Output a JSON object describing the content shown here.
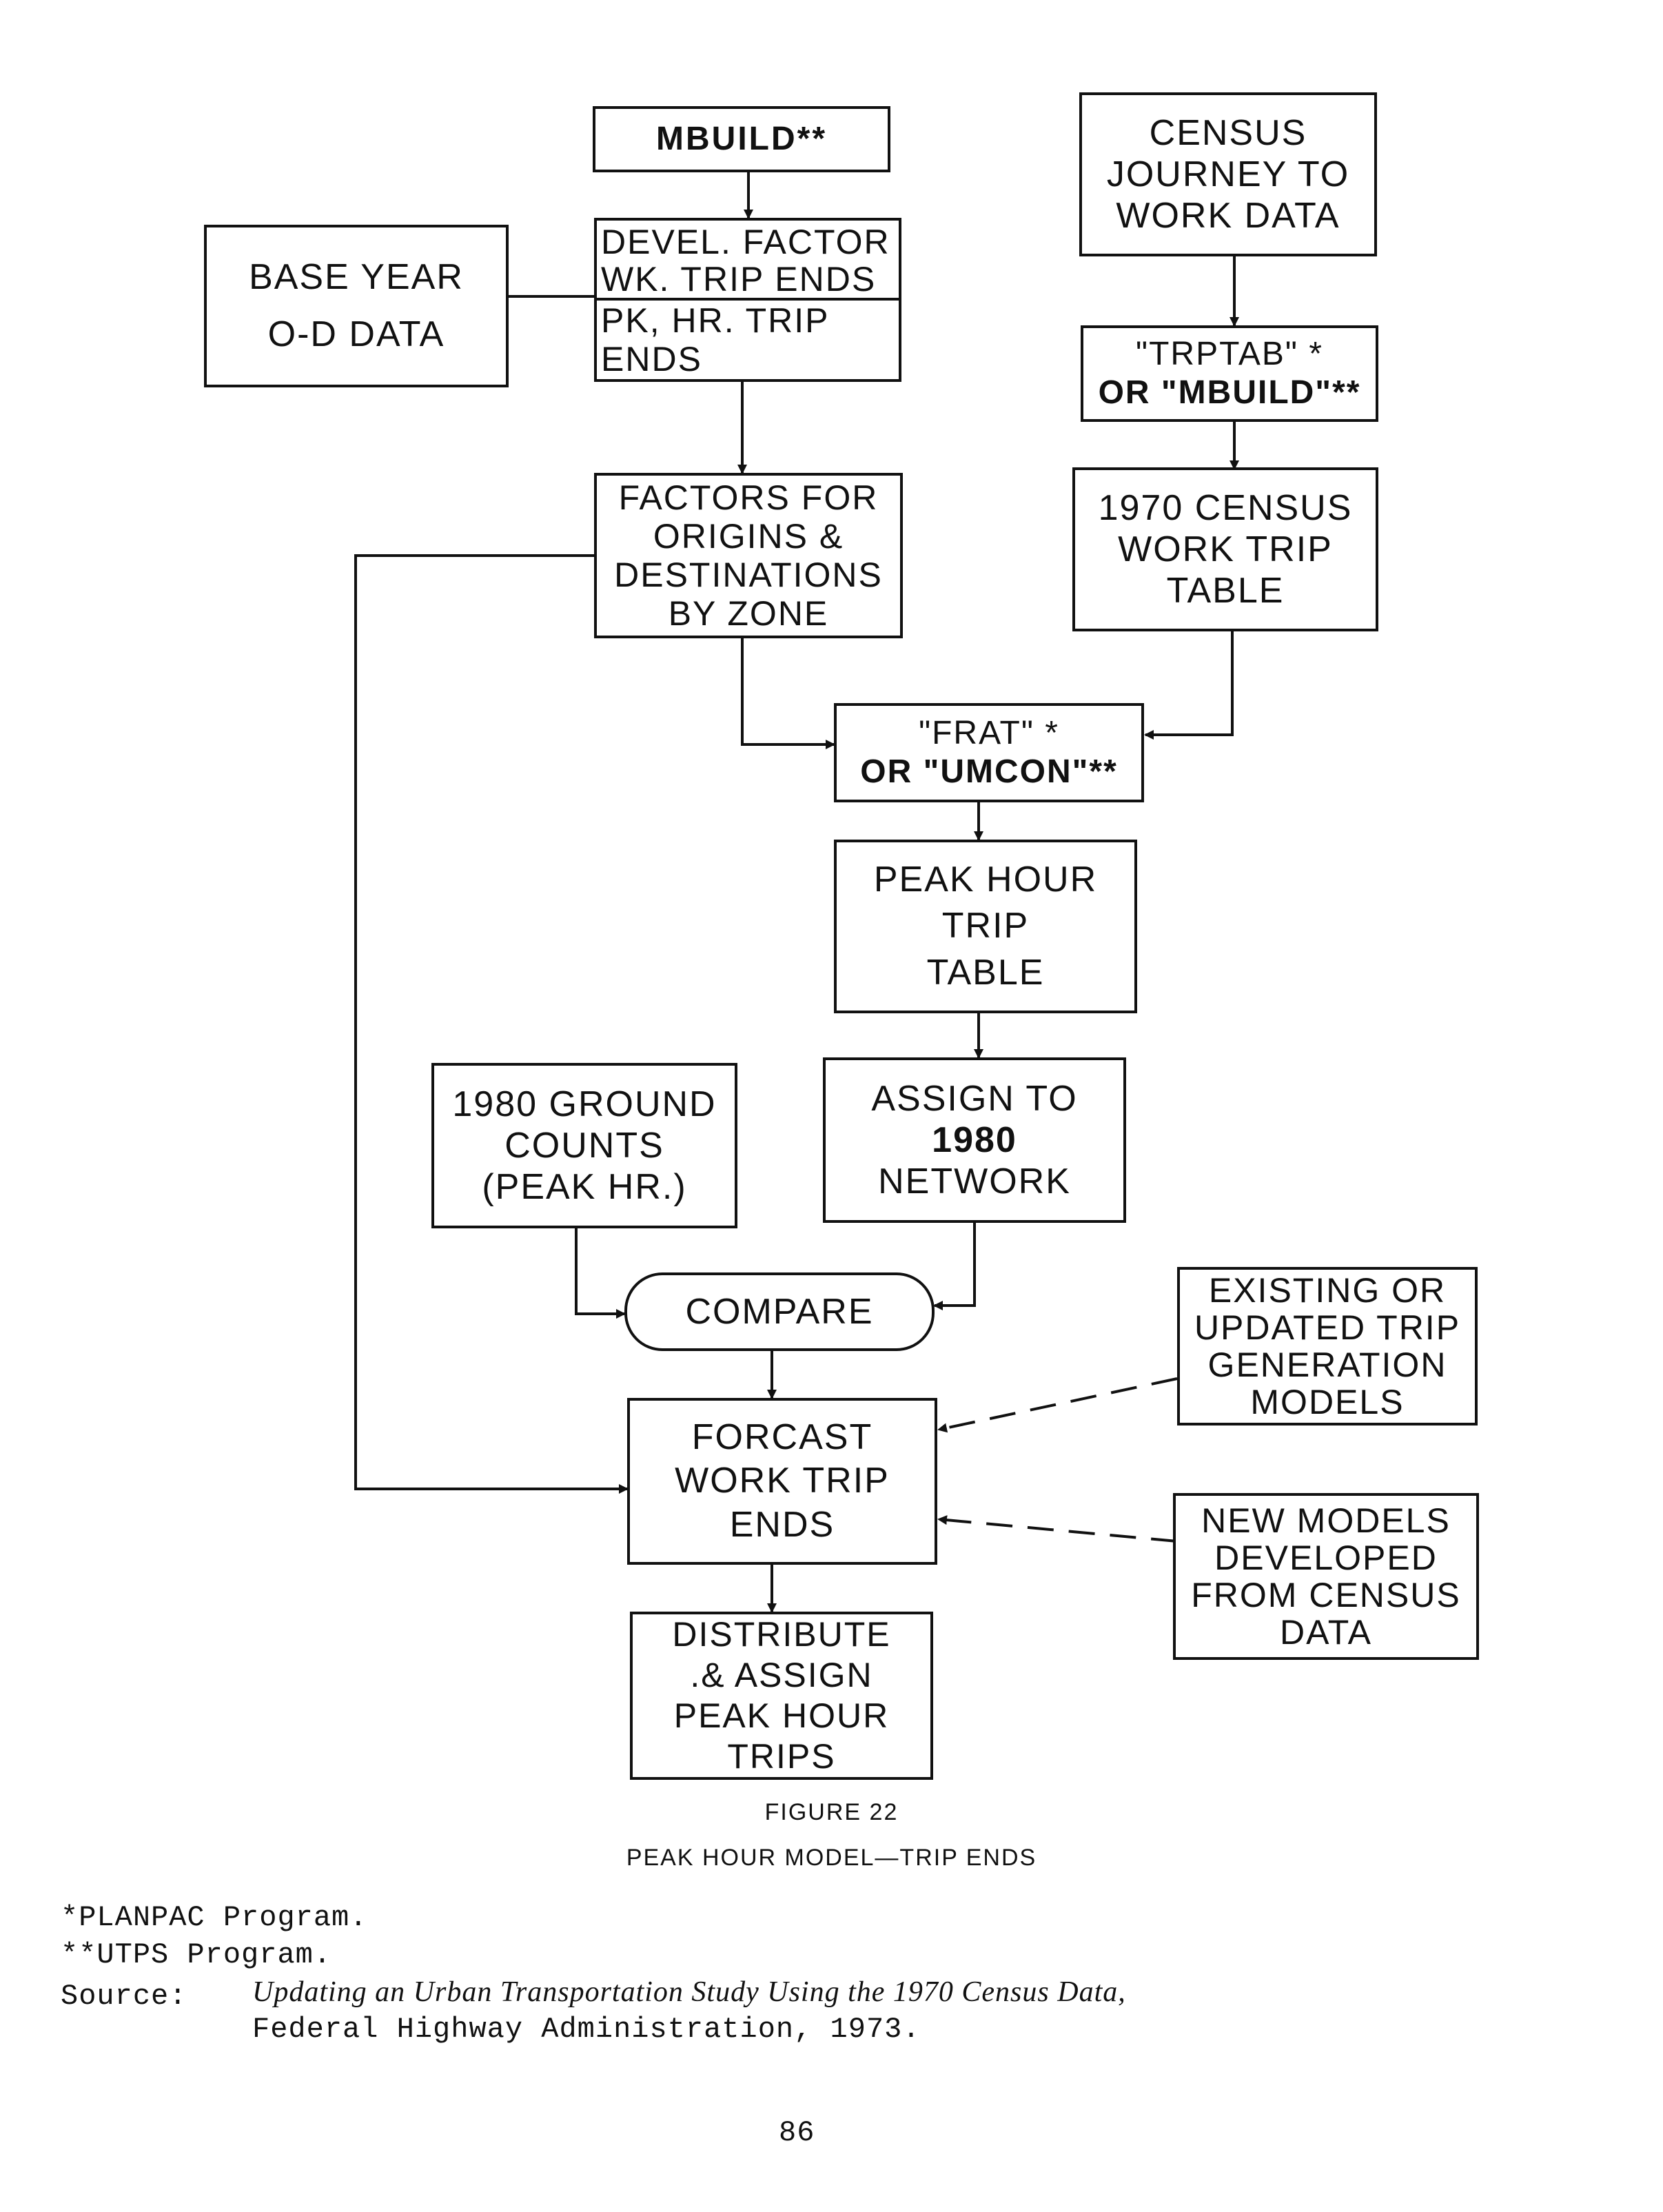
{
  "nodes": {
    "mbuild": "MBUILD**",
    "census_source": [
      "CENSUS",
      "JOURNEY TO",
      "WORK DATA"
    ],
    "base_year": [
      "BASE YEAR",
      "O-D DATA"
    ],
    "devel_factor": [
      "DEVEL. FACTOR",
      "WK. TRIP ENDS"
    ],
    "pk_hr": [
      "PK, HR. TRIP",
      "ENDS"
    ],
    "trptab": [
      "\"TRPTAB\" *",
      "OR \"MBUILD\"**"
    ],
    "factors": [
      "FACTORS  FOR",
      "ORIGINS &",
      "DESTINATIONS",
      "BY ZONE"
    ],
    "census_1970": [
      "1970 CENSUS",
      "WORK TRIP",
      "TABLE"
    ],
    "frat": [
      "\"FRAT\" *",
      "OR \"UMCON\"**"
    ],
    "peak_table": [
      "PEAK HOUR",
      "TRIP",
      "TABLE"
    ],
    "ground_counts": [
      "1980 GROUND",
      "COUNTS",
      "(PEAK HR.)"
    ],
    "assign_1980": [
      "ASSIGN TO",
      "1980",
      "NETWORK"
    ],
    "compare": "COMPARE",
    "existing_models": [
      "EXISTING OR",
      "UPDATED TRIP",
      "GENERATION",
      "MODELS"
    ],
    "forcast": [
      "FORCAST",
      "WORK TRIP",
      "ENDS"
    ],
    "new_models": [
      "NEW MODELS",
      "DEVELOPED",
      "FROM CENSUS",
      "DATA"
    ],
    "distribute": [
      "DISTRIBUTE",
      ".& ASSIGN",
      "PEAK HOUR",
      "TRIPS"
    ]
  },
  "figure": {
    "number": "FIGURE  22",
    "title": "PEAK HOUR MODEL—TRIP ENDS"
  },
  "footnotes": {
    "planpac": "*PLANPAC Program.",
    "utps": "**UTPS Program.",
    "source_label": "Source:",
    "source_title": "Updating an Urban Transportation Study Using the 1970 Census Data,",
    "source_publisher": "Federal Highway Administration, 1973."
  },
  "page_number": "86"
}
